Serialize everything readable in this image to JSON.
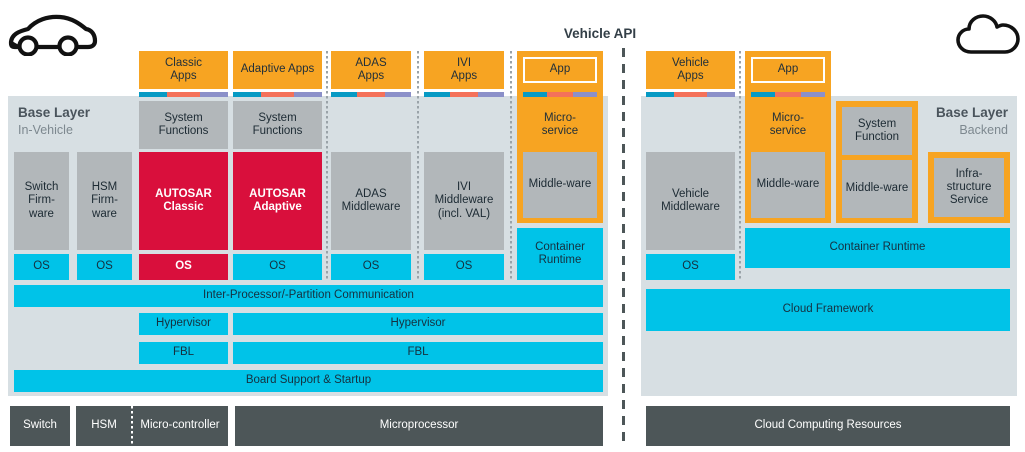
{
  "title": {
    "vehicle_api": "Vehicle API"
  },
  "icons": {
    "left": "car-icon",
    "right": "cloud-icon"
  },
  "colors": {
    "panel": "#d7dfe3",
    "grey": "#b2b7ba",
    "grey_dark": "#4d5658",
    "orange": "#f7a422",
    "cyan": "#00c3e8",
    "crimson": "#d90f3c",
    "api_bar": [
      "#079ac4",
      "#f4715a",
      "#8b90c9"
    ]
  },
  "vehicle": {
    "base_layer": {
      "title": "Base Layer",
      "subtitle": "In-Vehicle"
    },
    "apps": [
      {
        "label": "Classic\nApps"
      },
      {
        "label": "Adaptive Apps"
      },
      {
        "label": "ADAS\nApps"
      },
      {
        "label": "IVI\nApps"
      },
      {
        "label": "App"
      }
    ],
    "system_functions": [
      {
        "label": "System\nFunctions"
      },
      {
        "label": "System\nFunctions"
      }
    ],
    "firmware": [
      {
        "label": "Switch\nFirm-\nware"
      },
      {
        "label": "HSM\nFirm-\nware"
      }
    ],
    "middleware": [
      {
        "label": "AUTOSAR\nClassic"
      },
      {
        "label": "AUTOSAR\nAdaptive"
      },
      {
        "label": "ADAS\nMiddleware"
      },
      {
        "label": "IVI\nMiddleware\n(incl. VAL)"
      }
    ],
    "microservice": {
      "label": "Micro-\nservice",
      "middleware_label": "Middle-ware"
    },
    "os": [
      {
        "label": "OS"
      },
      {
        "label": "OS"
      },
      {
        "label": "OS"
      },
      {
        "label": "OS"
      },
      {
        "label": "OS"
      },
      {
        "label": "OS"
      }
    ],
    "container_runtime": "Container\nRuntime",
    "ipc": "Inter-Processor/-Partition Communication",
    "hypervisor": [
      {
        "label": "Hypervisor"
      },
      {
        "label": "Hypervisor"
      }
    ],
    "fbl": [
      {
        "label": "FBL"
      },
      {
        "label": "FBL"
      }
    ],
    "board_support": "Board Support & Startup",
    "hardware": [
      {
        "label": "Switch"
      },
      {
        "label": "HSM"
      },
      {
        "label": "Micro-controller"
      },
      {
        "label": "Microprocessor"
      }
    ]
  },
  "backend": {
    "base_layer": {
      "title": "Base Layer",
      "subtitle": "Backend"
    },
    "apps": [
      {
        "label": "Vehicle\nApps"
      },
      {
        "label": "App"
      }
    ],
    "vehicle_middleware": "Vehicle\nMiddleware",
    "microservice": {
      "label": "Micro-\nservice",
      "middleware_label": "Middle-ware"
    },
    "system_function": {
      "label": "System\nFunction",
      "middleware_label": "Middle-ware"
    },
    "infrastructure_service": "Infra-\nstructure\nService",
    "os": [
      {
        "label": "OS"
      }
    ],
    "container_runtime": "Container Runtime",
    "cloud_framework": "Cloud Framework",
    "hardware": [
      {
        "label": "Cloud Computing Resources"
      }
    ]
  }
}
